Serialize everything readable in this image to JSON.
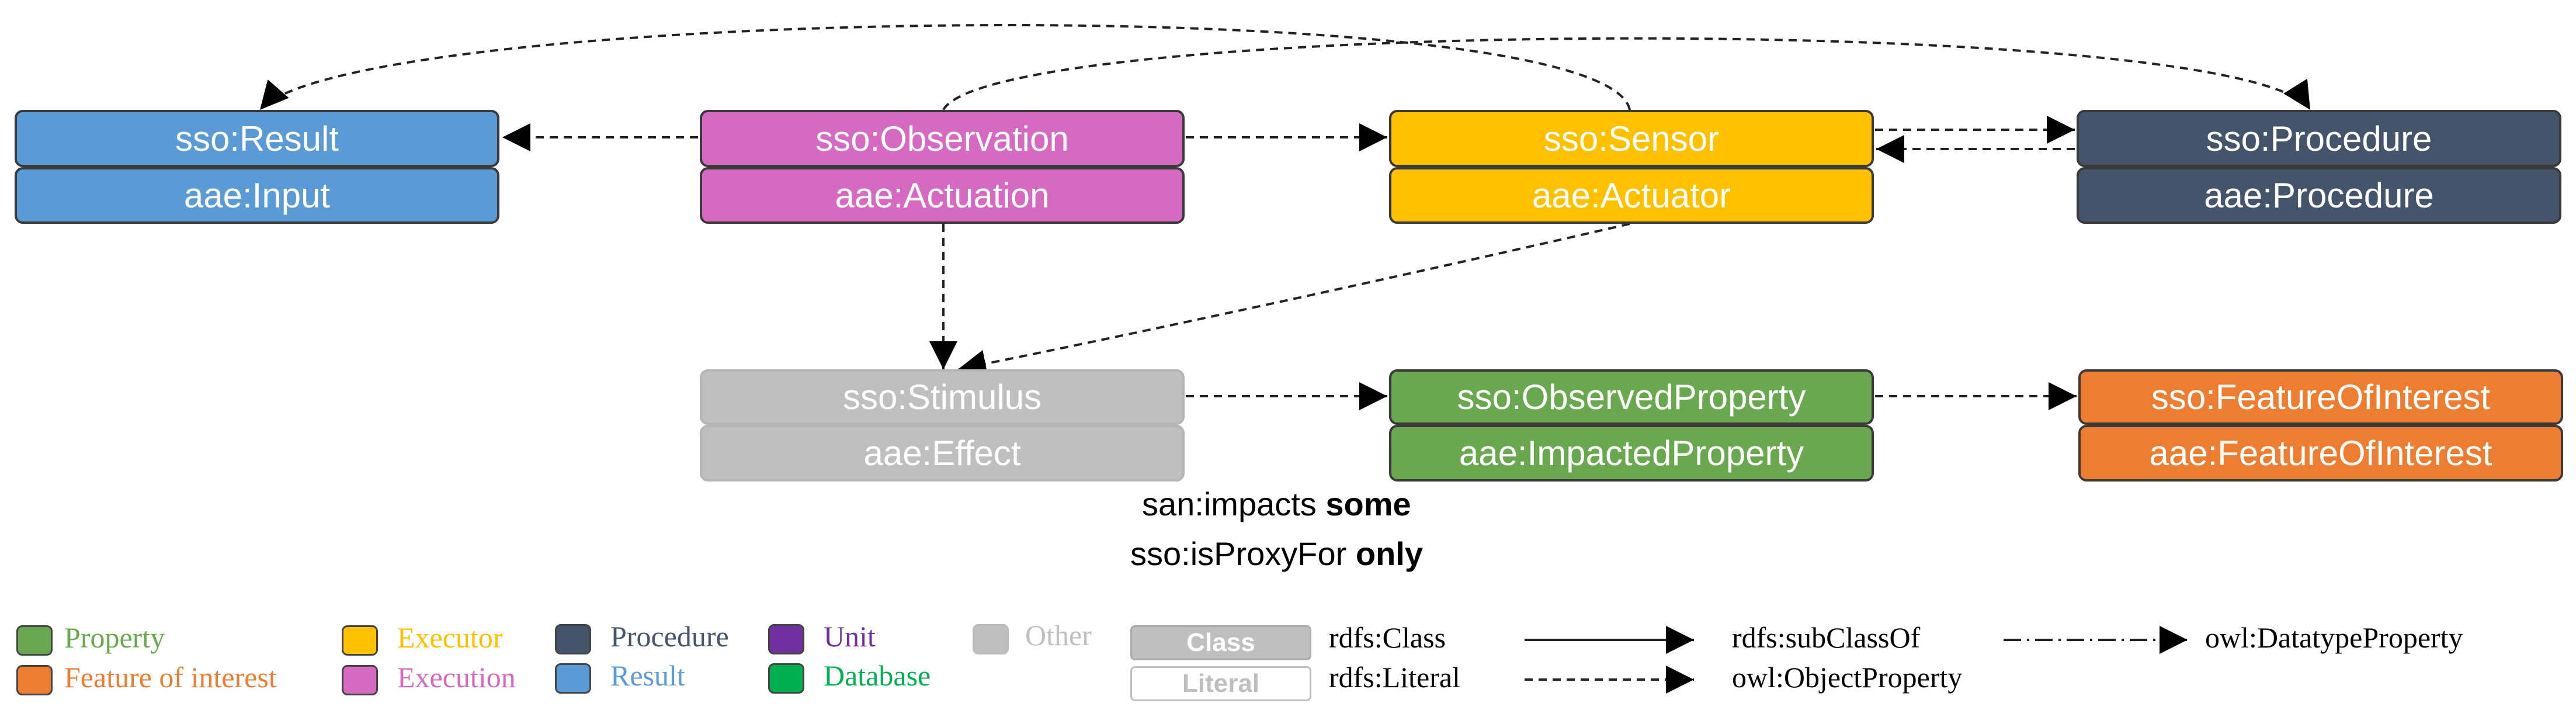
{
  "nodes": {
    "result": [
      "sso:Result",
      "aae:Input"
    ],
    "observation": [
      "sso:Observation",
      "aae:Actuation"
    ],
    "sensor": [
      "sso:Sensor",
      "aae:Actuator"
    ],
    "procedure": [
      "sso:Procedure",
      "aae:Procedure"
    ],
    "stimulus": [
      "sso:Stimulus",
      "aae:Effect"
    ],
    "observed_property": [
      "sso:ObservedProperty",
      "aae:ImpactedProperty"
    ],
    "feature_of_interest": [
      "sso:FeatureOfInterest",
      "aae:FeatureOfInterest"
    ]
  },
  "restriction": {
    "line1_prop": "san:impacts",
    "line1_quant": "some",
    "line2_prop": "sso:isProxyFor",
    "line2_quant": "only"
  },
  "legend": {
    "categories": [
      {
        "label": "Property",
        "color": "#6aa84f"
      },
      {
        "label": "Feature of interest",
        "color": "#ed7d31"
      },
      {
        "label": "Executor",
        "color": "#ffc000"
      },
      {
        "label": "Execution",
        "color": "#d669c2"
      },
      {
        "label": "Procedure",
        "color": "#44546a"
      },
      {
        "label": "Result",
        "color": "#5b9bd5"
      },
      {
        "label": "Unit",
        "color": "#7030a0"
      },
      {
        "label": "Database",
        "color": "#00b050"
      },
      {
        "label": "Other",
        "color": "#bfbfbf"
      }
    ],
    "class_box": "Class",
    "literal_box": "Literal",
    "class_text": "rdfs:Class",
    "literal_text": "rdfs:Literal",
    "subclass_text": "rdfs:subClassOf",
    "objprop_text": "owl:ObjectProperty",
    "dataprop_text": "owl:DatatypeProperty"
  }
}
